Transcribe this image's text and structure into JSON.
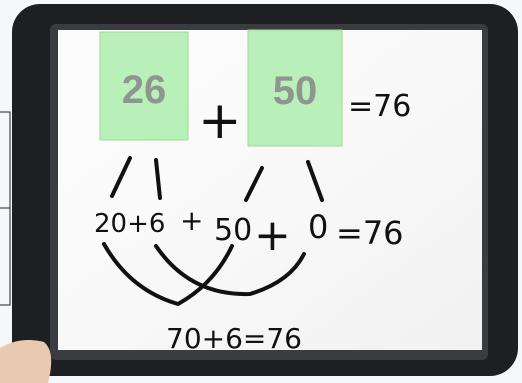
{
  "cards": [
    {
      "text": "26",
      "color": "#b9f0b9"
    },
    {
      "text": "50",
      "color": "#b9f0b9"
    }
  ],
  "row1": {
    "plus": "+",
    "result": "=76"
  },
  "row2": {
    "text1": "20+6",
    "plus1": "+",
    "text2": "50",
    "plus2": "+",
    "text3": "0",
    "result": "=76"
  },
  "row3": {
    "text": "70+6=76"
  },
  "colors": {
    "frame": "#1d1f22",
    "board": "#fbfbfb",
    "ink": "#111111",
    "card": "#b9f0b9",
    "background": "#f6f7fb",
    "hand": "#e9c9b0"
  }
}
